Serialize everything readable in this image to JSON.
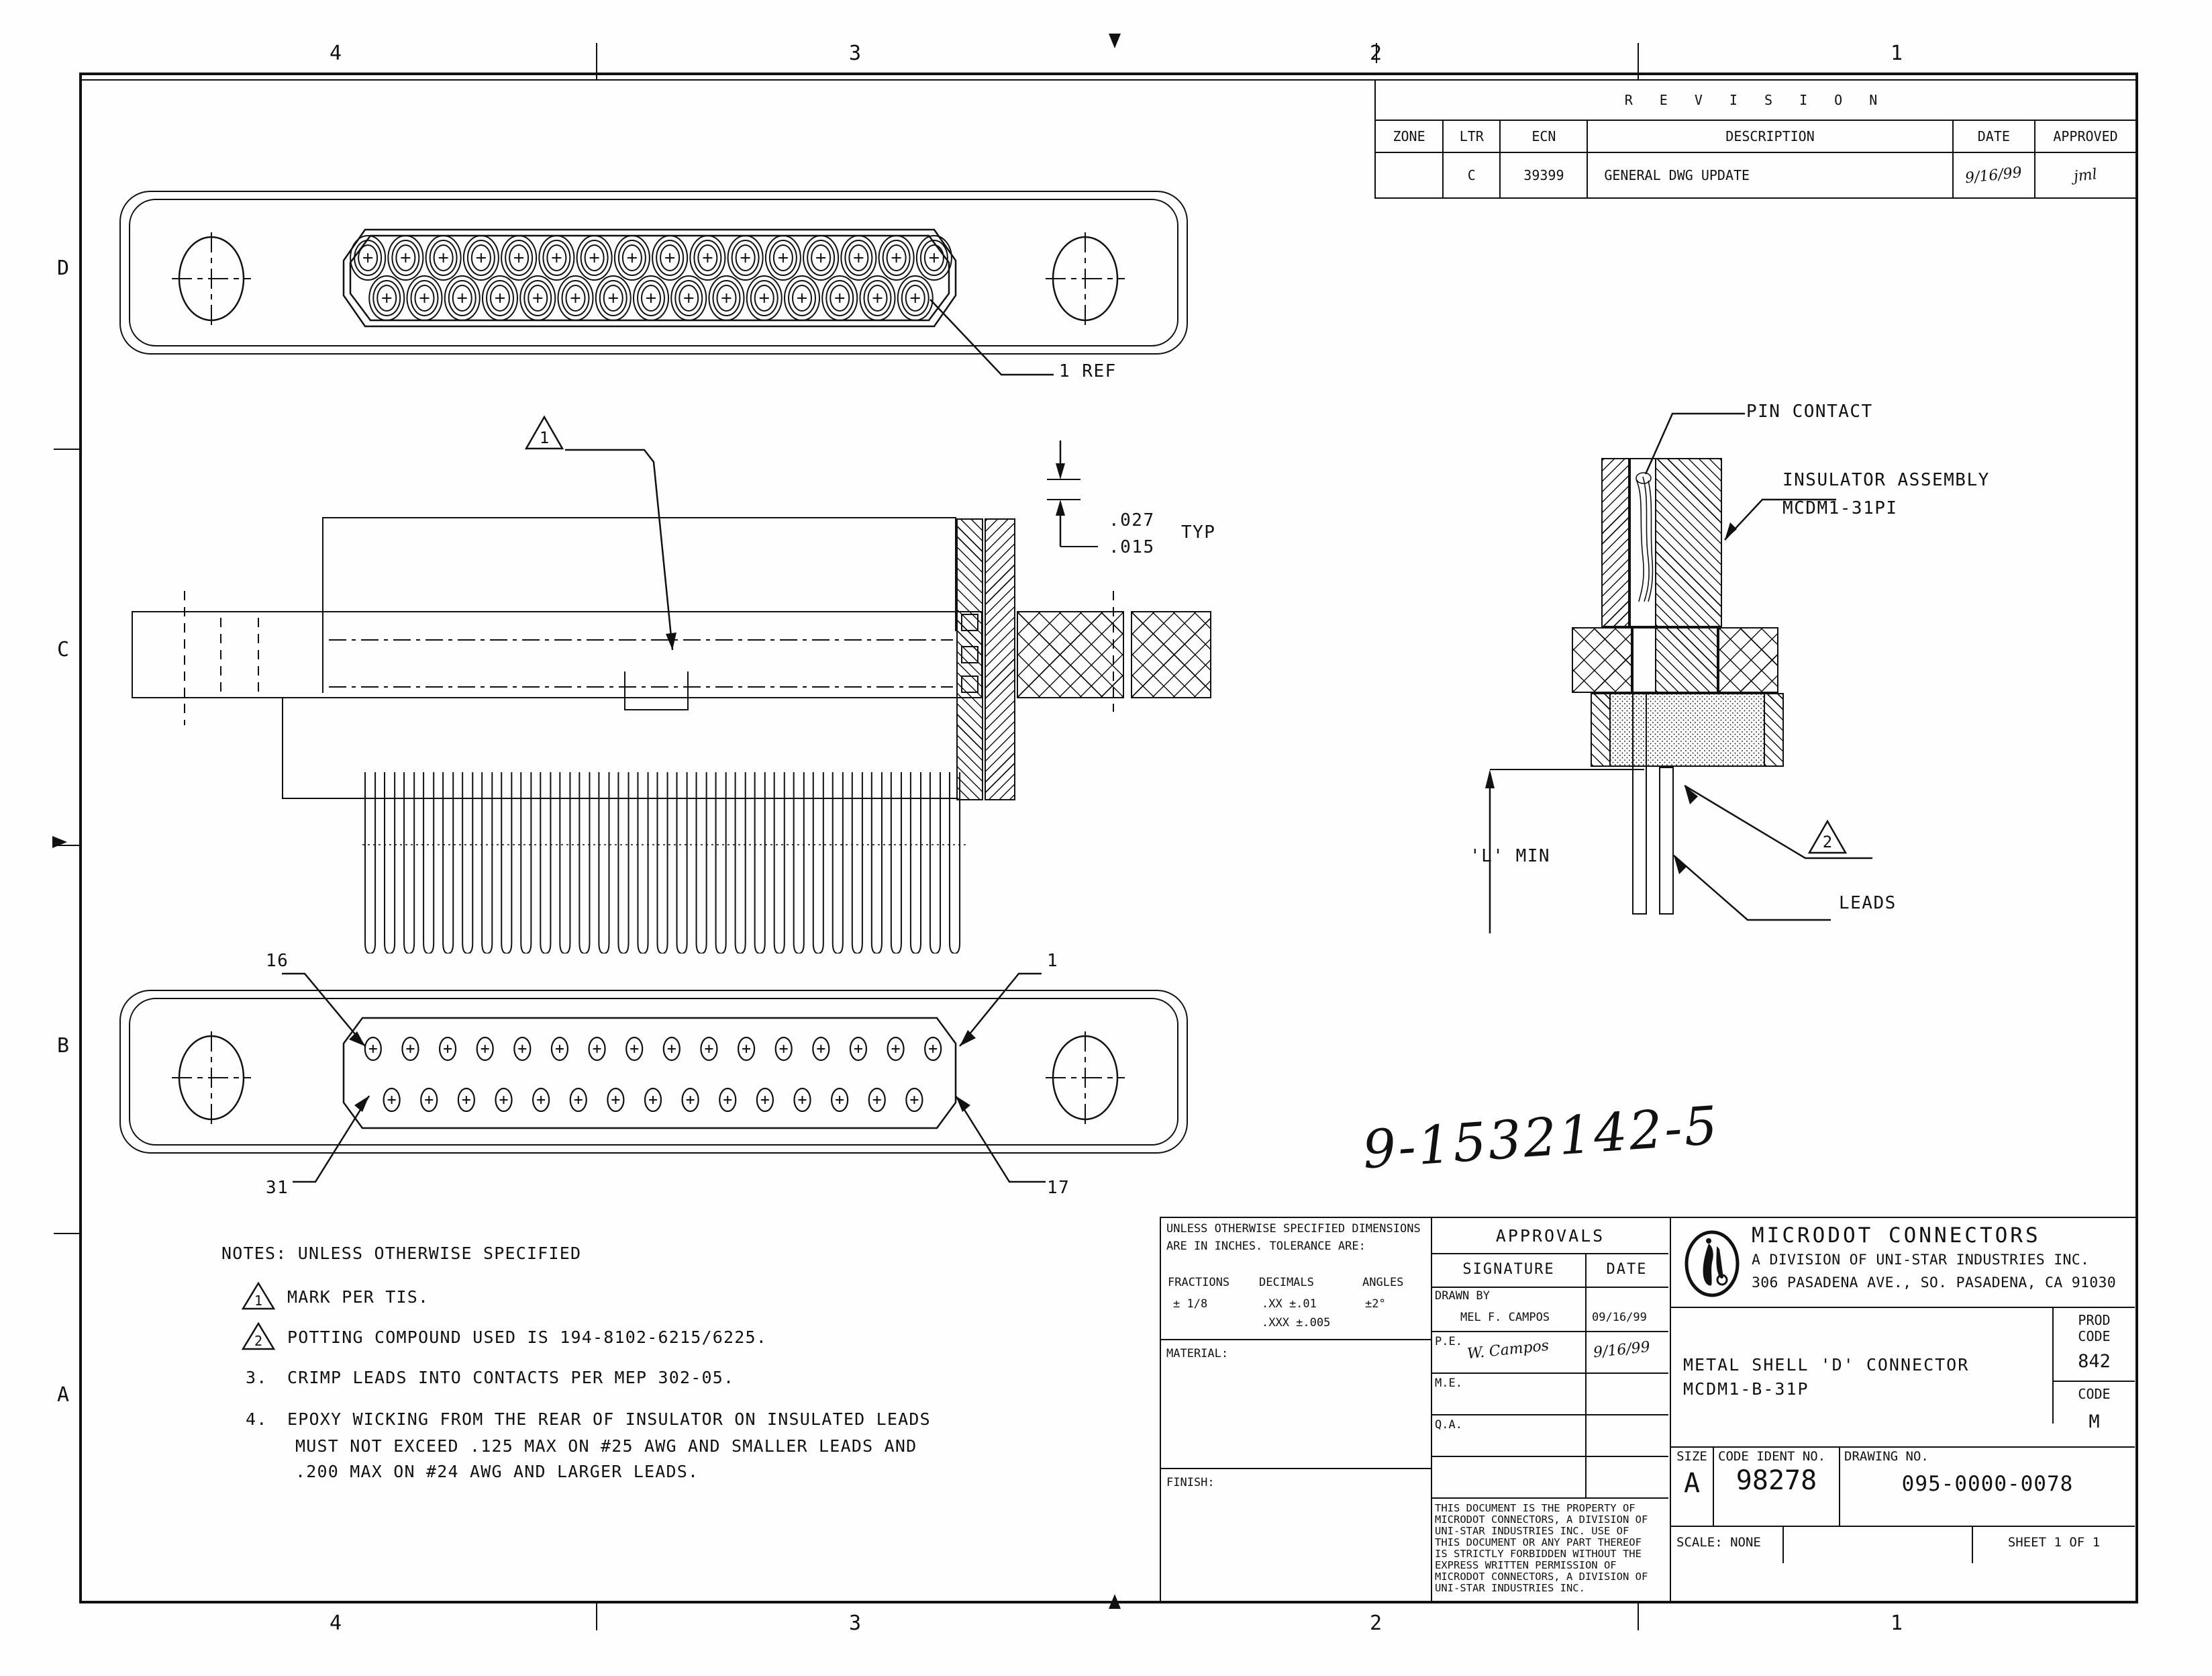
{
  "border": {
    "zones_top": [
      "4",
      "3",
      "2",
      "1"
    ],
    "zones_bottom": [
      "4",
      "3",
      "2",
      "1"
    ],
    "zones_left": [
      "D",
      "C",
      "B",
      "A"
    ]
  },
  "revision_block": {
    "title": "R E V I S I O N",
    "headers": [
      "ZONE",
      "LTR",
      "ECN",
      "DESCRIPTION",
      "DATE",
      "APPROVED"
    ],
    "rows": [
      {
        "zone": "",
        "ltr": "C",
        "ecn": "39399",
        "description": "GENERAL DWG UPDATE",
        "date": "signature",
        "approved": "signature"
      }
    ]
  },
  "views": {
    "top_view": {
      "callout_label": "1 REF",
      "pins_top_row": 16,
      "pins_bottom_row": 15
    },
    "section_view": {
      "flag_note": "1",
      "dimension_upper": ".027",
      "dimension_lower": ".015",
      "dimension_suffix": "TYP"
    },
    "bottom_view": {
      "pin_label_top_left": "16",
      "pin_label_top_right": "1",
      "pin_label_bottom_left": "31",
      "pin_label_bottom_right": "17",
      "pins_top_row": 16,
      "pins_bottom_row": 15
    },
    "detail_view": {
      "pin_contact_label": "PIN CONTACT",
      "insulator_label_line1": "INSULATOR ASSEMBLY",
      "insulator_label_line2": "MCDM1-31PI",
      "l_min_label": "'L' MIN",
      "leads_label": "LEADS",
      "leads_flag_note": "2"
    }
  },
  "handwritten_number": "9-1532142-5",
  "notes": {
    "heading": "NOTES: UNLESS OTHERWISE SPECIFIED",
    "items": [
      {
        "marker": "1",
        "flag": true,
        "text": "MARK PER TIS."
      },
      {
        "marker": "2",
        "flag": true,
        "text": "POTTING COMPOUND USED IS 194-8102-6215/6225."
      },
      {
        "marker": "3.",
        "flag": false,
        "text": "CRIMP LEADS INTO CONTACTS PER MEP 302-05."
      },
      {
        "marker": "4.",
        "flag": false,
        "text": "EPOXY WICKING FROM THE REAR OF INSULATOR ON INSULATED LEADS"
      },
      {
        "marker": "",
        "flag": false,
        "text": "MUST NOT EXCEED .125 MAX ON #25 AWG AND SMALLER LEADS AND"
      },
      {
        "marker": "",
        "flag": false,
        "text": ".200 MAX ON #24 AWG AND LARGER LEADS."
      }
    ]
  },
  "title_block": {
    "tolerance_note_line1": "UNLESS OTHERWISE SPECIFIED DIMENSIONS",
    "tolerance_note_line2": "ARE IN INCHES.  TOLERANCE ARE:",
    "tolerance_headers": [
      "FRACTIONS",
      "DECIMALS",
      "ANGLES"
    ],
    "tolerance_values_fractions": "± 1/8",
    "tolerance_values_decimals_1": ".XX ±.01",
    "tolerance_values_decimals_2": ".XXX ±.005",
    "tolerance_values_angles": "±2°",
    "material_label": "MATERIAL:",
    "finish_label": "FINISH:",
    "approvals_title": "APPROVALS",
    "approvals_headers": [
      "SIGNATURE",
      "DATE"
    ],
    "approvals_rows": [
      {
        "role": "DRAWN BY",
        "signature": "MEL F. CAMPOS",
        "date": "09/16/99"
      },
      {
        "role": "P.E.",
        "signature": "W. Campos",
        "date": "9/16/99"
      },
      {
        "role": "M.E.",
        "signature": "",
        "date": ""
      },
      {
        "role": "Q.A.",
        "signature": "",
        "date": ""
      },
      {
        "role": "",
        "signature": "",
        "date": ""
      }
    ],
    "proprietary_text": [
      "THIS DOCUMENT IS THE PROPERTY OF",
      "MICRODOT CONNECTORS, A DIVISION OF",
      "UNI-STAR INDUSTRIES INC. USE OF",
      "THIS DOCUMENT OR ANY PART  THEREOF",
      "IS STRICTLY FORBIDDEN WITHOUT THE",
      "EXPRESS WRITTEN PERMISSION OF",
      "MICRODOT CONNECTORS, A DIVISION OF",
      "UNI-STAR INDUSTRIES INC."
    ],
    "company_name": "MICRODOT CONNECTORS",
    "company_division": "A DIVISION OF UNI-STAR INDUSTRIES INC.",
    "company_address": "306 PASADENA AVE., SO. PASADENA, CA 91030",
    "part_title_line1": "METAL SHELL 'D' CONNECTOR",
    "part_title_line2": "MCDM1-B-31P",
    "prod_code_label_line1": "PROD",
    "prod_code_label_line2": "CODE",
    "prod_code_value": "842",
    "code_label": "CODE",
    "code_value": "M",
    "size_label": "SIZE",
    "size_value": "A",
    "code_ident_label": "CODE IDENT NO.",
    "code_ident_value": "98278",
    "drawing_no_label": "DRAWING NO.",
    "drawing_no_value": "095-0000-0078",
    "scale_label": "SCALE:",
    "scale_value": "NONE",
    "sheet_text": "SHEET 1 OF 1"
  }
}
